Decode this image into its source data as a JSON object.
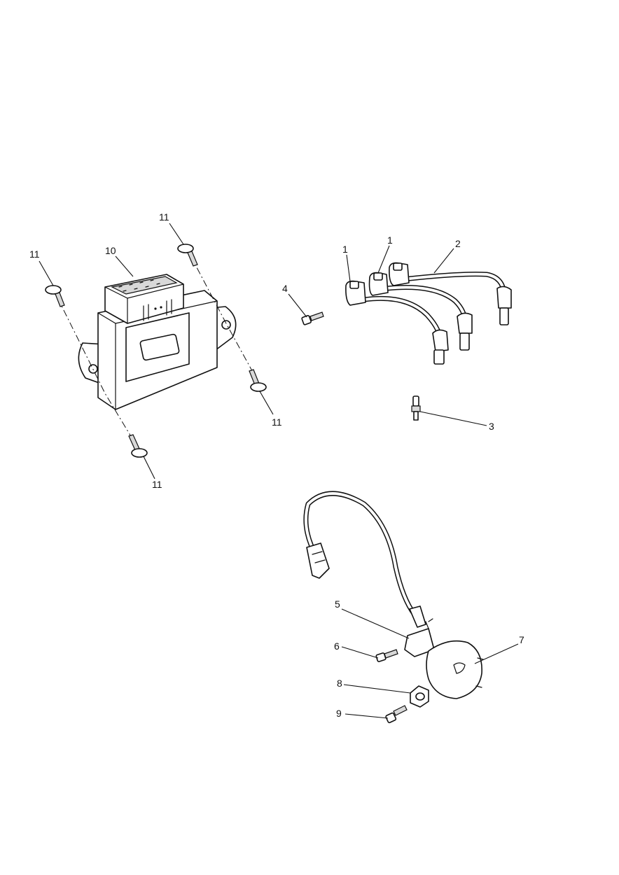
{
  "diagram": {
    "callouts": {
      "c1a": "1",
      "c1b": "1",
      "c2": "2",
      "c3": "3",
      "c4": "4",
      "c5": "5",
      "c6": "6",
      "c7": "7",
      "c8": "8",
      "c9": "9",
      "c10": "10",
      "c11a": "11",
      "c11b": "11",
      "c11c": "11",
      "c11d": "11"
    },
    "colors": {
      "line": "#111111",
      "background": "#ffffff"
    }
  }
}
